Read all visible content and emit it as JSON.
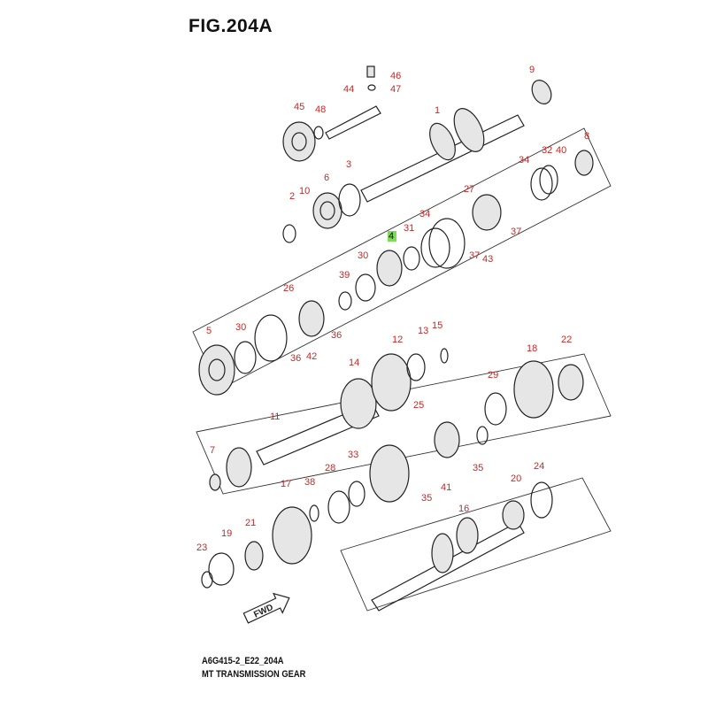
{
  "figure": {
    "title": "FIG.204A",
    "code": "A6G415-2_E22_204A",
    "caption": "MT TRANSMISSION GEAR",
    "fwd_label": "FWD",
    "highlighted_part": "4"
  },
  "parts": [
    "1",
    "2",
    "3",
    "4",
    "5",
    "6",
    "7",
    "8",
    "9",
    "10",
    "11",
    "12",
    "13",
    "14",
    "15",
    "16",
    "17",
    "18",
    "19",
    "20",
    "21",
    "22",
    "23",
    "24",
    "25",
    "26",
    "27",
    "28",
    "29",
    "30",
    "31",
    "32",
    "33",
    "34",
    "35",
    "36",
    "37",
    "38",
    "39",
    "40",
    "41",
    "42",
    "43",
    "44",
    "45",
    "46",
    "47",
    "48"
  ],
  "colors": {
    "callout": "#c62828",
    "highlight": "#7ed957",
    "line": "#222222"
  }
}
